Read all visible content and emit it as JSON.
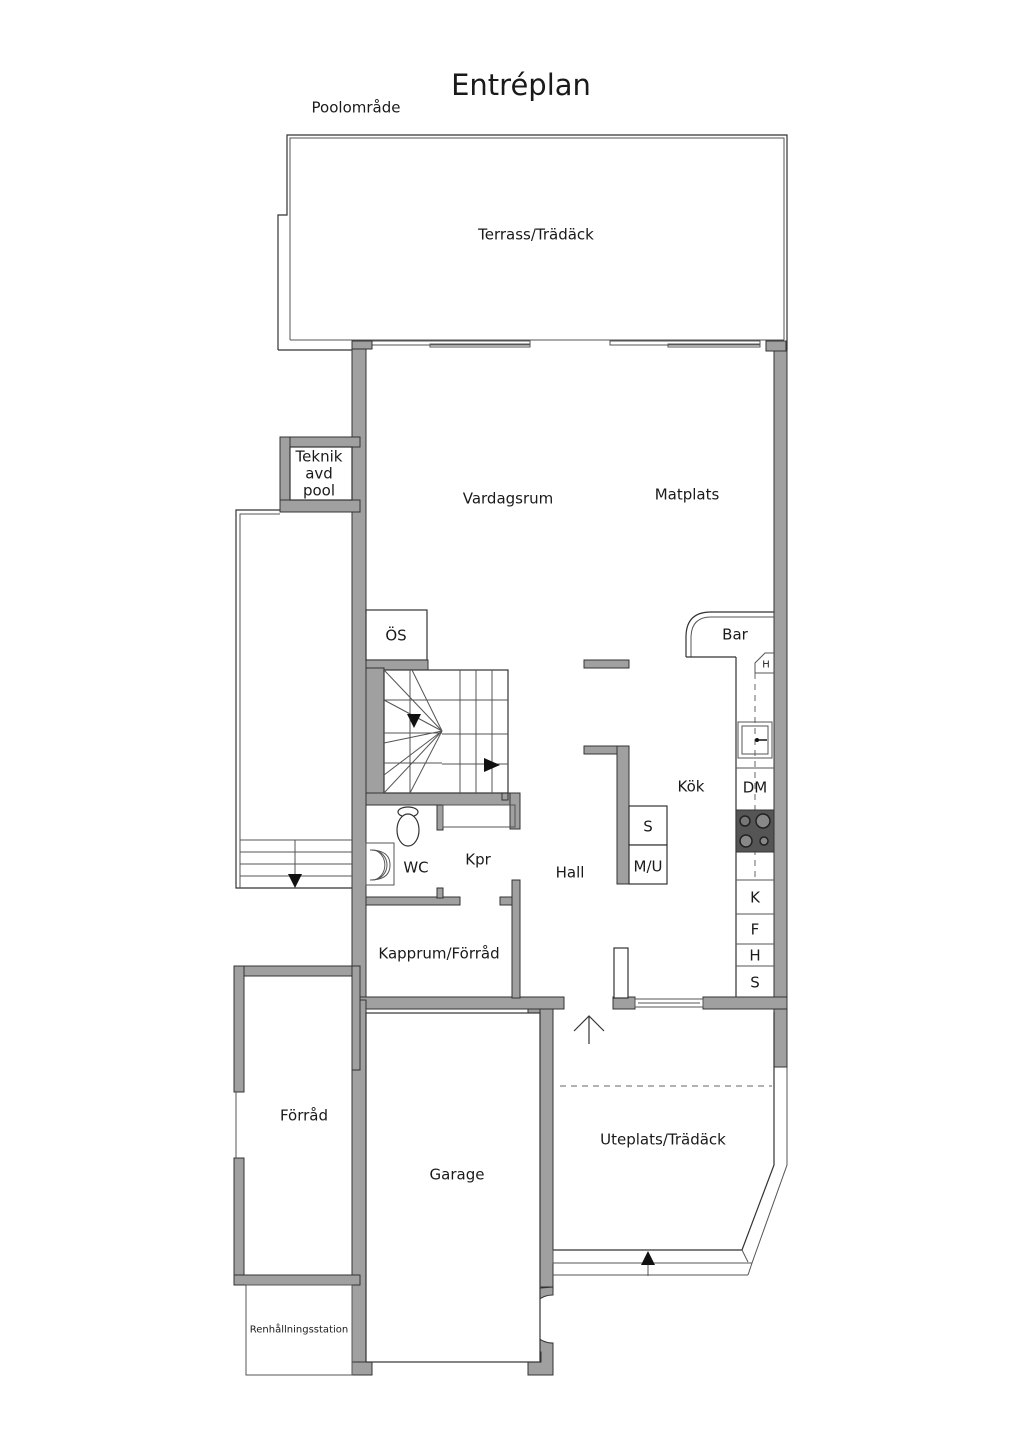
{
  "plan": {
    "title": "Entréplan",
    "area_note": "Poolområde"
  },
  "rooms": {
    "terrace": "Terrass/Trädäck",
    "technical": "Teknik\navd\npool",
    "living": "Vardagsrum",
    "dining": "Matplats",
    "os": "ÖS",
    "bar": "Bar",
    "kitchen": "Kök",
    "wc": "WC",
    "kpr": "Kpr",
    "hall": "Hall",
    "cloakroom": "Kapprum/Förråd",
    "storage": "Förråd",
    "garage": "Garage",
    "patio": "Uteplats/Trädäck",
    "waste_station": "Renhållningsstation"
  },
  "fixtures": {
    "island_s": "S",
    "island_mu": "M/U",
    "dm": "DM",
    "k": "K",
    "f": "F",
    "h": "H",
    "s": "S",
    "h_top": "H"
  },
  "colors": {
    "wall": "#a0a0a0",
    "line": "#333333",
    "stove": "#555555"
  }
}
